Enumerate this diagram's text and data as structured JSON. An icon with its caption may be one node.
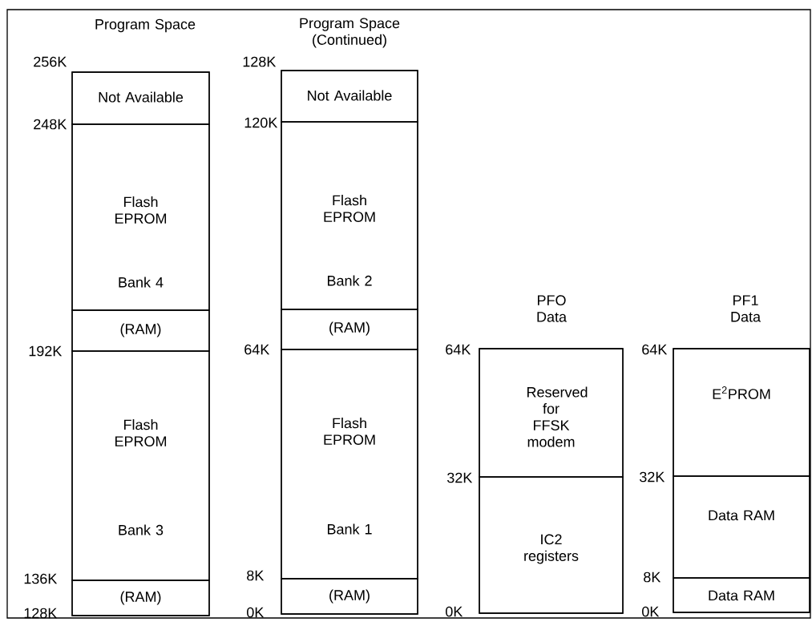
{
  "diagram": {
    "nodes": [
      {
        "text": [
          "Program Space"
        ]
      },
      {
        "text": [
          "Not Available"
        ],
        "in": 0
      },
      {
        "text": [
          "Flash EPROM",
          "Bank 4"
        ],
        "in": 0
      },
      {
        "text": [
          "(RAM)"
        ],
        "in": 0
      },
      {
        "text": [
          "Flash EPROM",
          "Bank 3"
        ],
        "in": 0
      },
      {
        "text": [
          "(RAM)"
        ],
        "in": 0
      },
      {
        "text": [
          "Program Space (Continued)"
        ]
      },
      {
        "text": [
          "Not Available"
        ],
        "in": 6
      },
      {
        "text": [
          "Flash EPROM",
          "Bank 2"
        ],
        "in": 6
      },
      {
        "text": [
          "(RAM)"
        ],
        "in": 6
      },
      {
        "text": [
          "Flash EPROM",
          "Bank 1"
        ],
        "in": 6
      },
      {
        "text": [
          "(RAM)"
        ],
        "in": 6
      },
      {
        "text": [
          "PFO Data"
        ]
      },
      {
        "text": [
          "Reserved for FFSK modem"
        ],
        "in": 12
      },
      {
        "text": [
          "IC2 registers"
        ],
        "in": 12
      },
      {
        "text": [
          "PF1 Data"
        ]
      },
      {
        "text": [
          "E$^{2}$PROM"
        ],
        "in": 15
      },
      {
        "text": [
          "Data RAM"
        ],
        "in": 15
      },
      {
        "text": [
          "Data RAM"
        ],
        "in": 15
      }
    ],
    "labels": [
      "256K",
      "248K",
      "192K",
      "136K",
      "128K",
      "128K",
      "120K",
      "64K",
      "8K",
      "0K",
      "64K",
      "32K",
      "0K",
      "64K",
      "32K",
      "8K",
      "0K"
    ]
  }
}
